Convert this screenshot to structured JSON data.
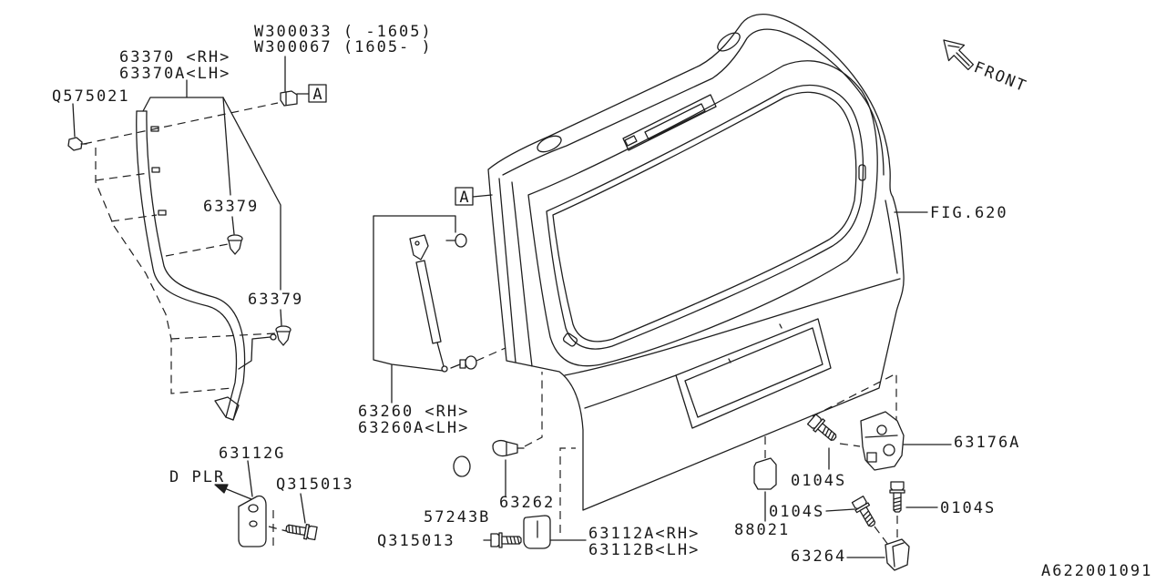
{
  "diagram": {
    "drawing_number": "A622001091",
    "figure_ref": "FIG.620",
    "direction": "FRONT",
    "pillar_ref": "D PLR",
    "ref_mark_upper": "A",
    "ref_mark_gate": "A"
  },
  "callouts": {
    "w300033": "W300033 ( -1605)",
    "w300067": "W300067 (1605- )",
    "p63370": "63370 <RH>",
    "p63370a": "63370A<LH>",
    "q575021": "Q575021",
    "p63379_upper": "63379",
    "p63379_lower": "63379",
    "p63260": "63260 <RH>",
    "p63260a": "63260A<LH>",
    "p63176a": "63176A",
    "p63112g": "63112G",
    "q315013_upper": "Q315013",
    "p0104s_latch": "0104S",
    "p57243b": "57243B",
    "p63262": "63262",
    "p0104s_left": "0104S",
    "p0104s_right": "0104S",
    "p88021": "88021",
    "q315013_lower": "Q315013",
    "p63112a": "63112A<RH>",
    "p63112b": "63112B<LH>",
    "p63264": "63264"
  }
}
